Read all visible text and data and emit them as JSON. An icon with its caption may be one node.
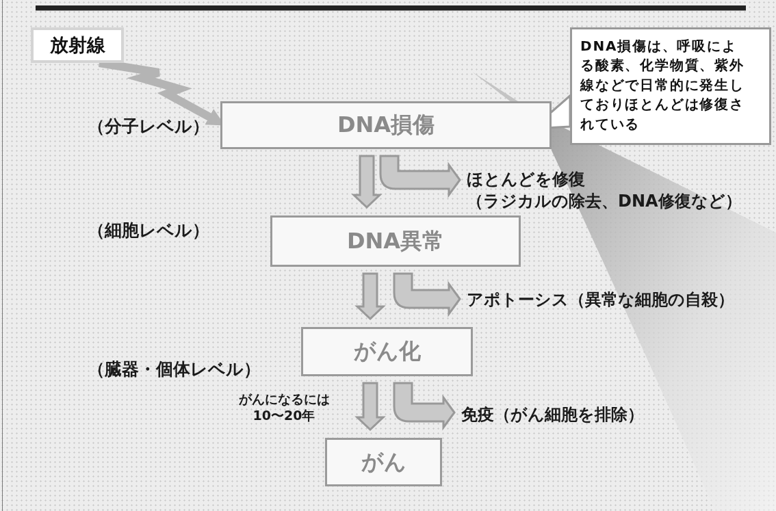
{
  "diagram": {
    "nodes": [
      {
        "text": [
          "放射線"
        ]
      },
      {
        "text": [
          "DNA損傷"
        ]
      },
      {
        "text": [
          "DNA損傷は、呼吸による酸素、化学物質、紫外線などで日常的に発生しておりほとんどは修復されている"
        ]
      },
      {
        "text": [
          "ほとんどを修復",
          "（ラジカルの除去、DNA修復など）"
        ]
      },
      {
        "text": [
          "DNA異常"
        ]
      },
      {
        "text": [
          "アポトーシス（異常な細胞の自殺）"
        ]
      },
      {
        "text": [
          "がん化"
        ]
      },
      {
        "text": [
          "免疫（がん細胞を排除）"
        ]
      },
      {
        "text": [
          "がん"
        ]
      }
    ],
    "edges": [
      {
        "from": 0,
        "to": 1,
        "arrow": "to"
      },
      {
        "from": 2,
        "to": 1,
        "arrow": "to"
      },
      {
        "from": 1,
        "to": 4,
        "arrow": "to"
      },
      {
        "from": 1,
        "to": 3,
        "arrow": "to"
      },
      {
        "from": 4,
        "to": 6,
        "arrow": "to"
      },
      {
        "from": 4,
        "to": 5,
        "arrow": "to"
      },
      {
        "from": 6,
        "to": 8,
        "arrow": "to",
        "label": "がんになるには 10〜20年"
      },
      {
        "from": 6,
        "to": 7,
        "arrow": "to"
      }
    ],
    "labels": [
      "（分子レベル）",
      "（細胞レベル）",
      "（臓器・個体レベル）"
    ]
  }
}
